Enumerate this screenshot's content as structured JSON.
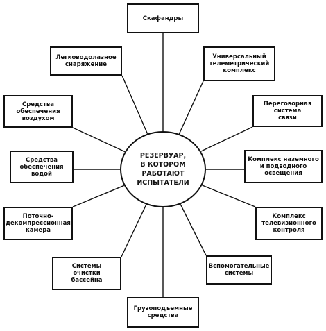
{
  "colors": {
    "stroke": "#111111",
    "background": "#ffffff"
  },
  "center": {
    "lines": [
      "РЕЗЕРВУАР,",
      "В КОТОРОМ",
      "РАБОТАЮТ",
      "ИСПЫТАТЕЛИ"
    ]
  },
  "nodes": [
    {
      "id": "skafandry",
      "lines": [
        "Скафандры"
      ]
    },
    {
      "id": "legkovodolaznoe",
      "lines": [
        "Легководолазное",
        "снаряжение"
      ]
    },
    {
      "id": "universalny",
      "lines": [
        "Универсальный",
        "телеметрический",
        "комплекс"
      ]
    },
    {
      "id": "sredstva-vozduh",
      "lines": [
        "Средства",
        "обеспечения",
        "воздухом"
      ]
    },
    {
      "id": "peregovornaya",
      "lines": [
        "Переговорная",
        "система",
        "связи"
      ]
    },
    {
      "id": "sredstva-voda",
      "lines": [
        "Средства",
        "обеспечения",
        "водой"
      ]
    },
    {
      "id": "osveschenie",
      "lines": [
        "Комплекс наземного",
        "и подводного",
        "освещения"
      ]
    },
    {
      "id": "kamera",
      "lines": [
        "Поточно-",
        "декомпрессионная",
        "камера"
      ]
    },
    {
      "id": "televizionny",
      "lines": [
        "Комплекс",
        "телевизионного",
        "контроля"
      ]
    },
    {
      "id": "ochistki",
      "lines": [
        "Системы",
        "очистки",
        "бассейна"
      ]
    },
    {
      "id": "vspomogatelnye",
      "lines": [
        "Вспомогательные",
        "системы"
      ]
    },
    {
      "id": "gruzopodemnye",
      "lines": [
        "Грузоподъемные",
        "средства"
      ]
    }
  ]
}
